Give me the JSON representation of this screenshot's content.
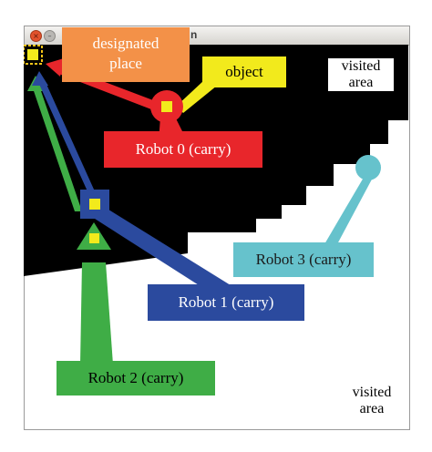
{
  "window": {
    "title_fragment": "n",
    "close_glyph": "×",
    "minimize_glyph": "–"
  },
  "labels": {
    "designated_place": {
      "line1": "designated",
      "line2": "place"
    },
    "object": "object",
    "visited_area_top": {
      "line1": "visited",
      "line2": "area"
    },
    "visited_area_bottom": {
      "line1": "visited",
      "line2": "area"
    },
    "robot0": "Robot 0 (carry)",
    "robot1": "Robot 1 (carry)",
    "robot2": "Robot 2 (carry)",
    "robot3": "Robot 3 (carry)"
  },
  "colors": {
    "unexplored": "#000000",
    "visited": "#ffffff",
    "robot0": "#e8262b",
    "robot1": "#2b4a9e",
    "robot2": "#3fad46",
    "robot3": "#66c2cc",
    "designated_place": "#f39148",
    "object": "#f2ea1c",
    "target_marker": "#f5c518"
  }
}
